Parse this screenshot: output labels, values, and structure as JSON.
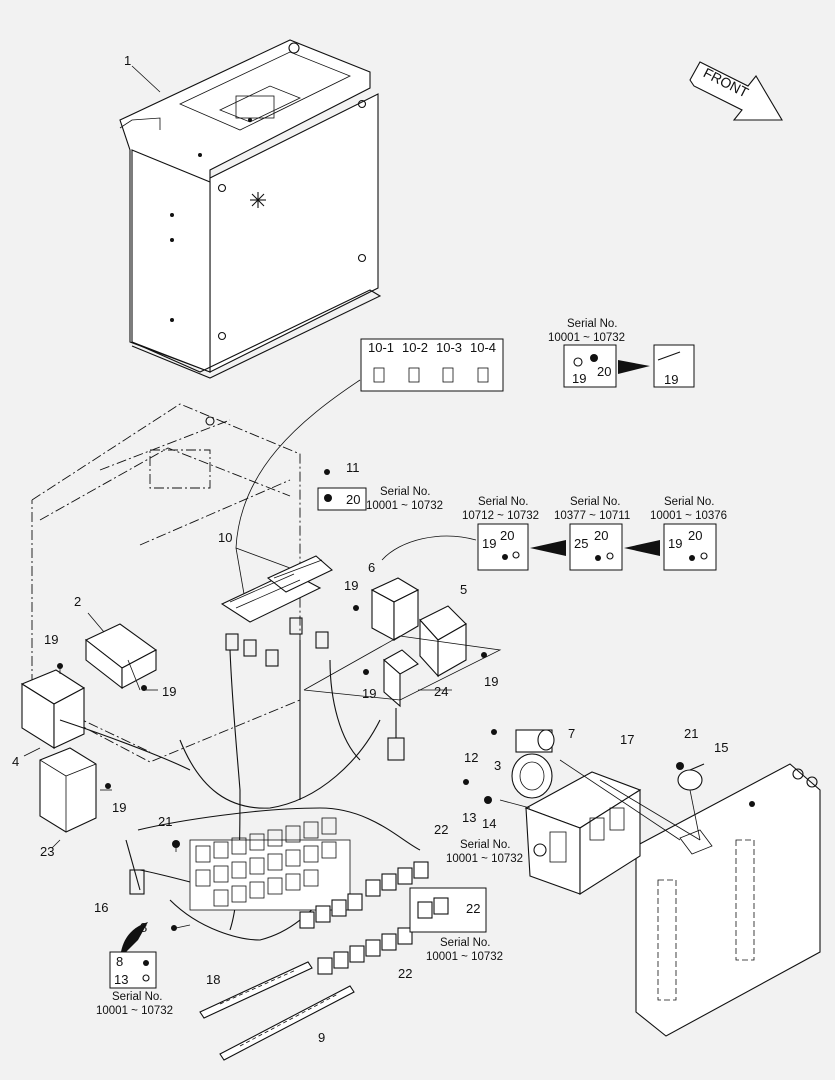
{
  "diagram": {
    "direction_label": "FRONT",
    "callouts": {
      "c1": "1",
      "c2": "2",
      "c3": "3",
      "c4": "4",
      "c5": "5",
      "c6": "6",
      "c7": "7",
      "c8": "8",
      "c9": "9",
      "c10": "10",
      "c11": "11",
      "c12": "12",
      "c13": "13",
      "c14": "14",
      "c15": "15",
      "c16": "16",
      "c17": "17",
      "c18": "18",
      "c19a": "19",
      "c19b": "19",
      "c19c": "19",
      "c19d": "19",
      "c19e": "19",
      "c19f": "19",
      "c20": "20",
      "c21a": "21",
      "c21b": "21",
      "c22a": "22",
      "c22b": "22",
      "c23": "23",
      "c24": "24"
    },
    "fuse_labels": [
      "10-1",
      "10-2",
      "10-3",
      "10-4"
    ],
    "serial_notes": {
      "top_right": [
        "Serial No.",
        "10001 ~ 10732"
      ],
      "box_a": [
        "Serial No.",
        "10712 ~ 10732"
      ],
      "box_b": [
        "Serial No.",
        "10377 ~ 10711"
      ],
      "box_c": [
        "Serial No.",
        "10001 ~ 10376"
      ],
      "mid_20": [
        "Serial No.",
        "10001 ~ 10732"
      ],
      "mid_13": [
        "Serial No.",
        "10001 ~ 10732"
      ],
      "relay_22": [
        "Serial No.",
        "10001 ~ 10732"
      ],
      "bottom_8": [
        "Serial No.",
        "10001 ~ 10732"
      ]
    },
    "inset_labels": {
      "tr_19": "19",
      "tr_20": "20",
      "tr_19b": "19",
      "a_19": "19",
      "a_20": "20",
      "b_25": "25",
      "b_20": "20",
      "c_19": "19",
      "c_20": "20",
      "r22": "22",
      "b8_8": "8",
      "b8_13": "13"
    }
  }
}
